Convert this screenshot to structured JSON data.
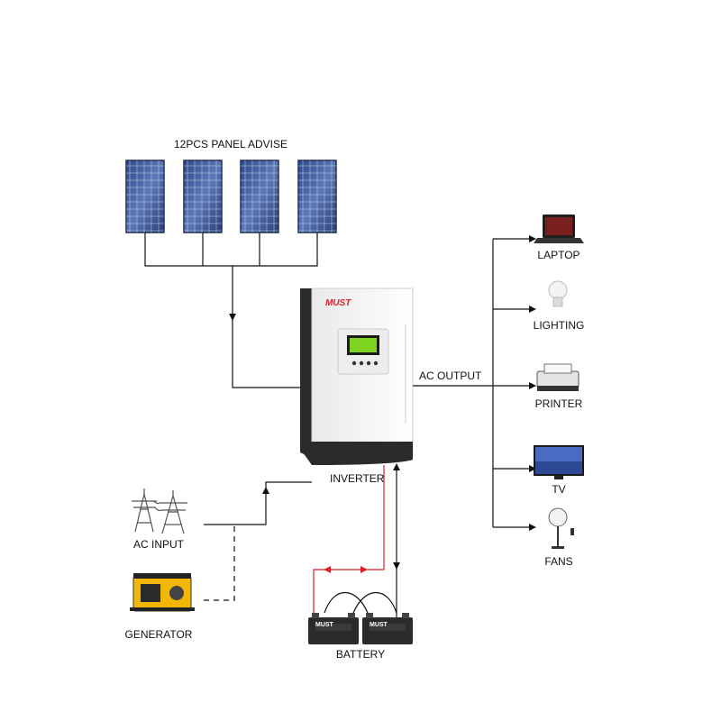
{
  "panels": {
    "label": "12PCS PANEL ADVISE",
    "count": 4
  },
  "inverter": {
    "label": "INVERTER",
    "brand": "MUST"
  },
  "ac_output": {
    "label": "AC OUTPUT"
  },
  "ac_input": {
    "label": "AC INPUT"
  },
  "generator": {
    "label": "GENERATOR"
  },
  "battery": {
    "label": "BATTERY",
    "brand": "MUST"
  },
  "loads": [
    {
      "label": "LAPTOP",
      "icon": "laptop-icon"
    },
    {
      "label": "LIGHTING",
      "icon": "light-bulb-icon"
    },
    {
      "label": "PRINTER",
      "icon": "printer-icon"
    },
    {
      "label": "TV",
      "icon": "tv-icon"
    },
    {
      "label": "FANS",
      "icon": "fan-icon"
    }
  ],
  "colors": {
    "wire": "#111111",
    "battery_wire": "#d8232a",
    "brand_red": "#d8232a",
    "lcd": "#7ed321"
  }
}
